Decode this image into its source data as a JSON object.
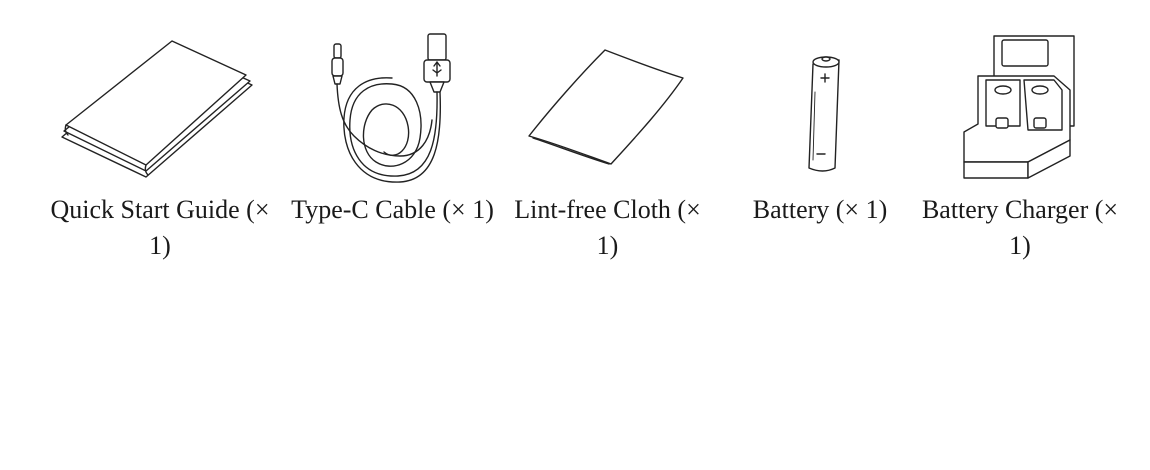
{
  "items": [
    {
      "icon": "booklet-icon",
      "label": "Quick Start Guide (× 1)"
    },
    {
      "icon": "usb-cable-icon",
      "label": "Type-C Cable (× 1)"
    },
    {
      "icon": "cloth-icon",
      "label": "Lint-free Cloth (× 1)"
    },
    {
      "icon": "battery-icon",
      "label": "Battery (× 1)"
    },
    {
      "icon": "battery-charger-icon",
      "label": "Battery Charger (× 1)"
    }
  ]
}
